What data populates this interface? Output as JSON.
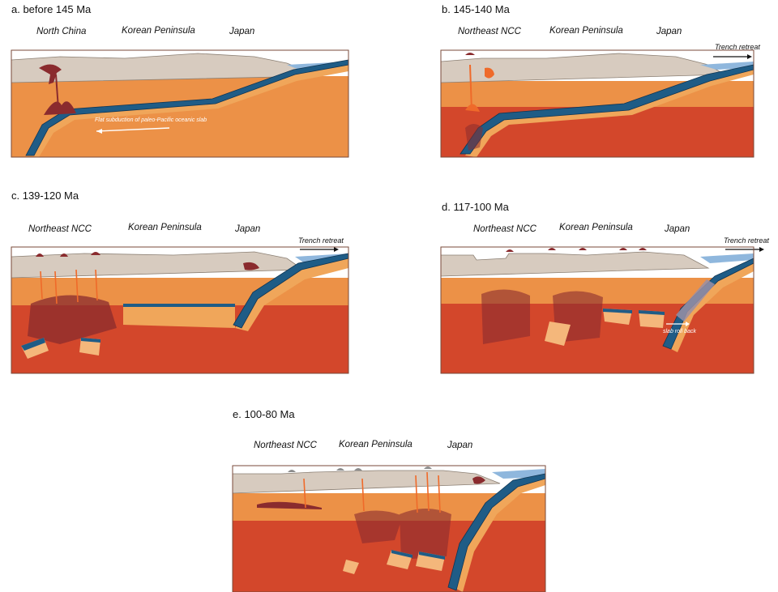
{
  "colors": {
    "crust": "#d7cbbf",
    "lithosphere": "#ec9147",
    "asthenosphere": "#d3472b",
    "slab_blue": "#1f5c86",
    "slab_orange": "#f0a65a",
    "ocean": "#8fb7dd",
    "magma_dark": "#8a2b2e",
    "magma_orange": "#ef6a2a",
    "block": "#f4b77b",
    "slab_rollback": "#9a8fa6"
  },
  "panels": {
    "a": {
      "title": "a. before 145 Ma",
      "labels": [
        "North China",
        "Korean Peninsula",
        "Japan"
      ],
      "slab_note": "Flat subduction of paleo-Pacific oceanic slab"
    },
    "b": {
      "title": "b. 145-140 Ma",
      "labels": [
        "Northeast NCC",
        "Korean Peninsula",
        "Japan"
      ],
      "trench": "Trench retreat"
    },
    "c": {
      "title": "c. 139-120 Ma",
      "labels": [
        "Northeast NCC",
        "Korean Peninsula",
        "Japan"
      ],
      "trench": "Trench retreat"
    },
    "d": {
      "title": "d. 117-100 Ma",
      "labels": [
        "Northeast NCC",
        "Korean Peninsula",
        "Japan"
      ],
      "trench": "Trench retreat",
      "rollback": "slab roll back"
    },
    "e": {
      "title": "e. 100-80 Ma",
      "labels": [
        "Northeast NCC",
        "Korean Peninsula",
        "Japan"
      ]
    }
  }
}
